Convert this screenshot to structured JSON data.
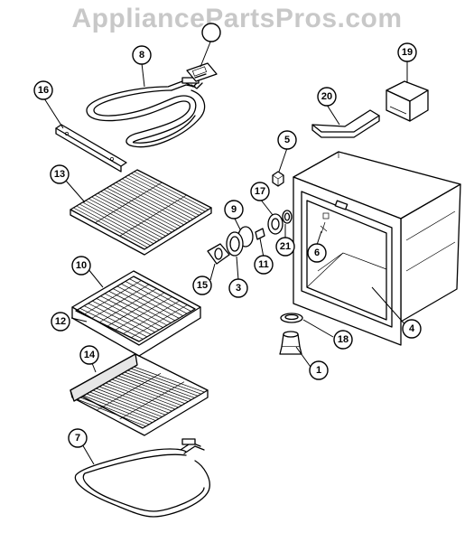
{
  "watermark": "AppliancePartsPros.com",
  "callouts": [
    {
      "id": "c2",
      "label": ""
    },
    {
      "id": "c8",
      "label": "8"
    },
    {
      "id": "c16",
      "label": "16"
    },
    {
      "id": "c19",
      "label": "19"
    },
    {
      "id": "c20",
      "label": "20"
    },
    {
      "id": "c5",
      "label": "5"
    },
    {
      "id": "c13",
      "label": "13"
    },
    {
      "id": "c17",
      "label": "17"
    },
    {
      "id": "c9",
      "label": "9"
    },
    {
      "id": "c6",
      "label": "6"
    },
    {
      "id": "c21",
      "label": "21"
    },
    {
      "id": "c11",
      "label": "11"
    },
    {
      "id": "c10",
      "label": "10"
    },
    {
      "id": "c15",
      "label": "15"
    },
    {
      "id": "c3",
      "label": "3"
    },
    {
      "id": "c12",
      "label": "12"
    },
    {
      "id": "c4",
      "label": "4"
    },
    {
      "id": "c18",
      "label": "18"
    },
    {
      "id": "c14",
      "label": "14"
    },
    {
      "id": "c1",
      "label": "1"
    },
    {
      "id": "c7",
      "label": "7"
    }
  ]
}
